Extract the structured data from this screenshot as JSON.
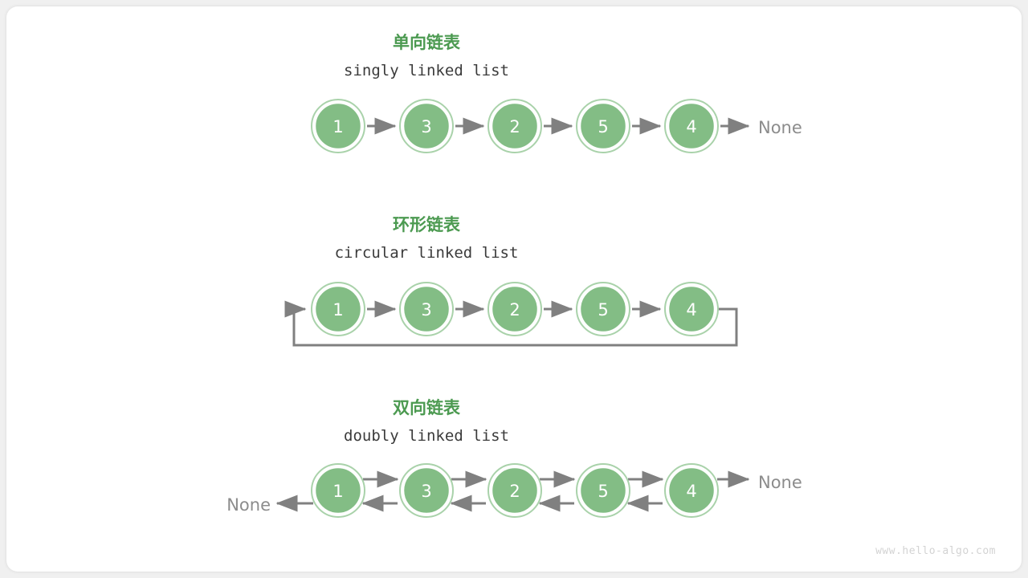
{
  "page": {
    "background": "#f0f0f0",
    "card_background": "#ffffff",
    "watermark": "www.hello-algo.com"
  },
  "colors": {
    "node_fill": "#83bd85",
    "node_ring": "#a9d2aa",
    "title_green": "#4c9a51",
    "arrow_gray": "#808080",
    "none_gray": "#8c8c8c",
    "subtitle_gray": "#3b3b3b",
    "watermark_gray": "#d3d3d3"
  },
  "sections": [
    {
      "id": "singly",
      "title_cn": "单向链表",
      "title_en": "singly linked list",
      "nodes": [
        "1",
        "3",
        "2",
        "5",
        "4"
      ],
      "tail_terminator": "None",
      "head_terminator": null,
      "circular": false,
      "bidirectional": false
    },
    {
      "id": "circular",
      "title_cn": "环形链表",
      "title_en": "circular linked list",
      "nodes": [
        "1",
        "3",
        "2",
        "5",
        "4"
      ],
      "tail_terminator": null,
      "head_terminator": null,
      "circular": true,
      "bidirectional": false
    },
    {
      "id": "doubly",
      "title_cn": "双向链表",
      "title_en": "doubly linked list",
      "nodes": [
        "1",
        "3",
        "2",
        "5",
        "4"
      ],
      "tail_terminator": "None",
      "head_terminator": "None",
      "circular": false,
      "bidirectional": true
    }
  ]
}
